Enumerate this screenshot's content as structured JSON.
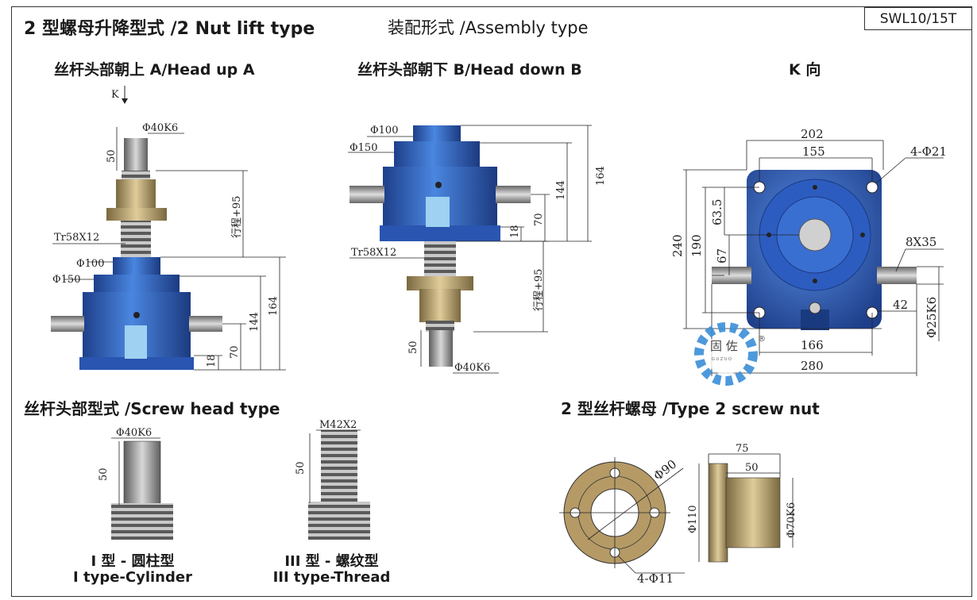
{
  "header": {
    "title": "2 型螺母升降型式 /2 Nut lift type",
    "subtitle": "装配形式 /Assembly type",
    "model_code": "SWL10/15T"
  },
  "views": {
    "head_up": "丝杆头部朝上 A/Head up A",
    "head_down": "丝杆头部朝下 B/Head down B",
    "k_view": "K 向",
    "k_arrow": "K"
  },
  "dims_a": {
    "shaft": "Φ40K6",
    "l50": "50",
    "thread": "Tr58X12",
    "stroke": "行程+95",
    "d100": "Φ100",
    "d150": "Φ150",
    "h144": "144",
    "h164": "164",
    "h70": "70",
    "h18": "18"
  },
  "dims_b": {
    "d100": "Φ100",
    "d150": "Φ150",
    "h164": "164",
    "h144": "144",
    "h70": "70",
    "h18": "18",
    "thread": "Tr58X12",
    "stroke": "行程+95",
    "l50": "50",
    "shaft": "Φ40K6"
  },
  "dims_k": {
    "w202": "202",
    "w155": "155",
    "holes": "4-Φ21",
    "h63": "63.5",
    "h240": "240",
    "h190": "190",
    "h67": "67",
    "key": "8X35",
    "l42": "42",
    "shaft": "Φ25K6",
    "w166": "166",
    "w280": "280"
  },
  "logo": {
    "text": "固 佐",
    "small": "G U Z U O",
    "reg": "®"
  },
  "screw_head": {
    "title": "丝杆头部型式 /Screw head type",
    "cyl_dim": "Φ40K6",
    "cyl_len": "50",
    "cyl_cn": "I 型 - 圆柱型",
    "cyl_en": "I type-Cylinder",
    "thr_dim": "M42X2",
    "thr_len": "50",
    "thr_cn": "III 型 - 螺纹型",
    "thr_en": "III type-Thread"
  },
  "nut": {
    "title": "2 型丝杆螺母 /Type 2 screw nut",
    "d90": "Φ90",
    "holes": "4-Φ11",
    "l75": "75",
    "l50": "50",
    "d110": "Φ110",
    "d70": "Φ70K6"
  },
  "colors": {
    "housing": "#2f63c4",
    "bronze": "#b59a66",
    "steel": "#8a8a8a",
    "gear_logo": "#3a8fd8"
  }
}
